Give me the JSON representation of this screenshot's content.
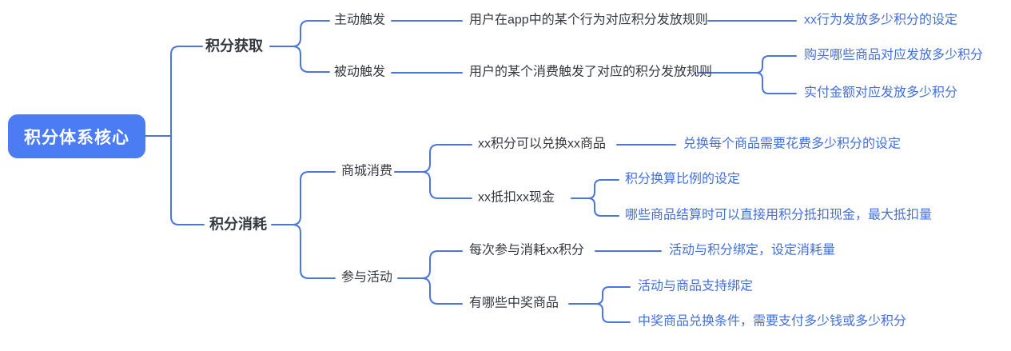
{
  "colors": {
    "background": "#ffffff",
    "root_bg": "#4c7cf3",
    "root_text": "#ffffff",
    "connector": "#4b76dd",
    "node_text": "#35393f",
    "leaf_text": "#4470dc"
  },
  "mindmap": {
    "root": "积分体系核心",
    "branches": [
      {
        "label": "积分获取",
        "children": [
          {
            "label": "主动触发",
            "children": [
              {
                "label": "用户在app中的某个行为对应积分发放规则",
                "children": [
                  {
                    "label": "xx行为发放多少积分的设定"
                  }
                ]
              }
            ]
          },
          {
            "label": "被动触发",
            "children": [
              {
                "label": "用户的某个消费触发了对应的积分发放规则",
                "children": [
                  {
                    "label": "购买哪些商品对应发放多少积分"
                  },
                  {
                    "label": "实付金额对应发放多少积分"
                  }
                ]
              }
            ]
          }
        ]
      },
      {
        "label": "积分消耗",
        "children": [
          {
            "label": "商城消费",
            "children": [
              {
                "label": "xx积分可以兑换xx商品",
                "children": [
                  {
                    "label": "兑换每个商品需要花费多少积分的设定"
                  }
                ]
              },
              {
                "label": "xx抵扣xx现金",
                "children": [
                  {
                    "label": "积分换算比例的设定"
                  },
                  {
                    "label": "哪些商品结算时可以直接用积分抵扣现金，最大抵扣量"
                  }
                ]
              }
            ]
          },
          {
            "label": "参与活动",
            "children": [
              {
                "label": "每次参与消耗xx积分",
                "children": [
                  {
                    "label": "活动与积分绑定，设定消耗量"
                  }
                ]
              },
              {
                "label": "有哪些中奖商品",
                "children": [
                  {
                    "label": "活动与商品支持绑定"
                  },
                  {
                    "label": "中奖商品兑换条件，需要支付多少钱或多少积分"
                  }
                ]
              }
            ]
          }
        ]
      }
    ]
  }
}
